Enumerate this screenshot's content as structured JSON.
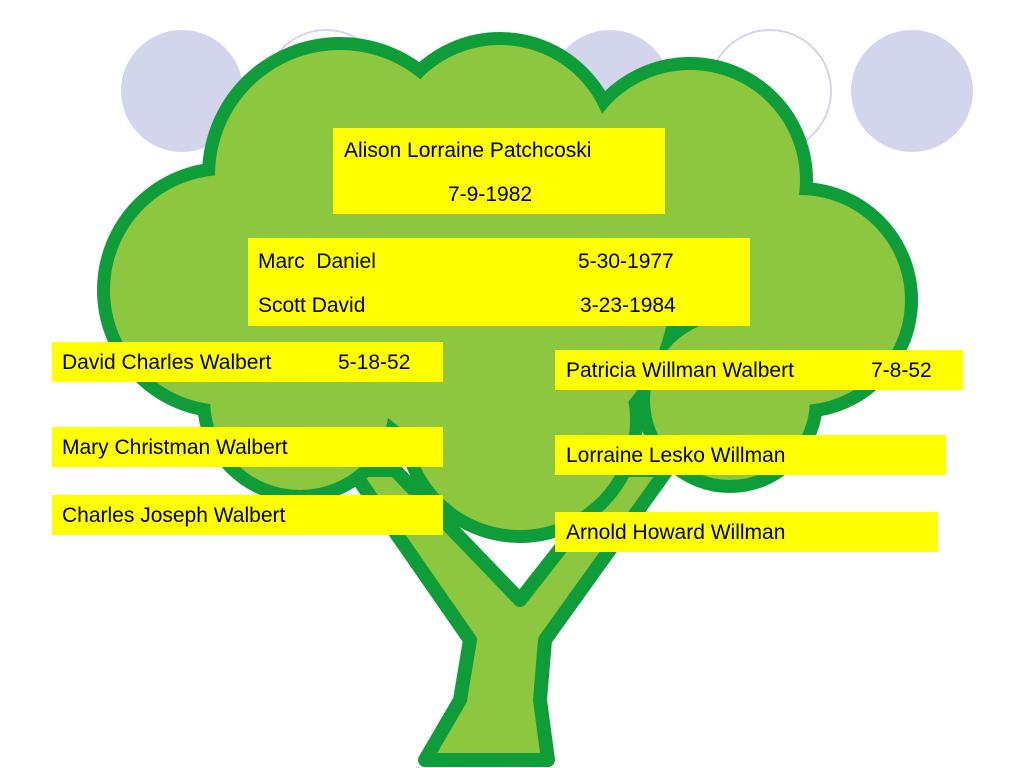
{
  "colors": {
    "canopy_fill": "#8dc63f",
    "canopy_stroke": "#0f9d3a",
    "trunk_fill": "#8dc63f",
    "circle_fill": "#d3d5ec",
    "circle_stroke": "#d3d5ec",
    "label_bg": "#ffff00"
  },
  "child": {
    "name": "Alison Lorraine Patchcoski",
    "date": "7-9-1982"
  },
  "siblings": [
    {
      "name": "Marc  Daniel",
      "date": "5-30-1977"
    },
    {
      "name": "Scott David",
      "date": "3-23-1984"
    }
  ],
  "father_side": {
    "father": "David Charles Walbert",
    "father_date": "5-18-52",
    "grandmother": "Mary Christman Walbert",
    "grandfather": "Charles Joseph Walbert"
  },
  "mother_side": {
    "mother": "Patricia Willman Walbert",
    "mother_date": "7-8-52",
    "grandmother": "Lorraine Lesko Willman",
    "grandfather": "Arnold Howard Willman"
  }
}
